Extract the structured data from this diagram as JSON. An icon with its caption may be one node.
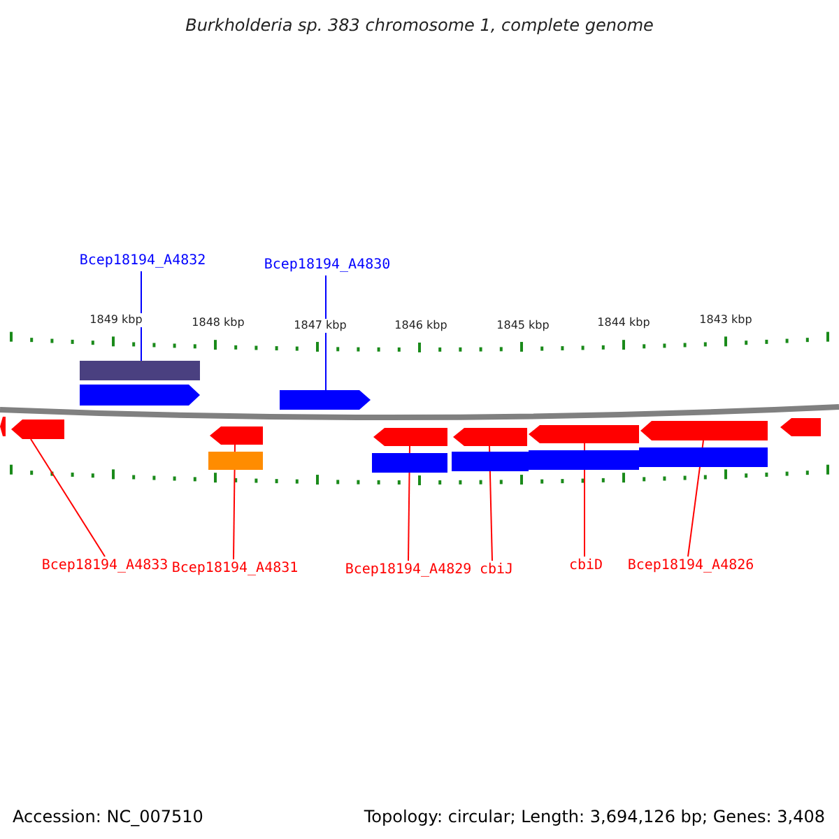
{
  "diagram": {
    "title": "Burkholderia sp. 383 chromosome 1, complete genome",
    "nodes": [
      {
        "text": [
          "Bcep18194_A4832"
        ]
      },
      {
        "text": [
          "Bcep18194_A4830"
        ]
      },
      {
        "text": [],
        "shape": "bar"
      },
      {
        "text": [],
        "shape": "arrow"
      },
      {
        "text": [],
        "shape": "arrow"
      },
      {
        "text": [],
        "shape": "arrow"
      },
      {
        "text": [],
        "shape": "arrow"
      },
      {
        "text": [],
        "shape": "arrow"
      },
      {
        "text": [],
        "shape": "bar"
      },
      {
        "text": [],
        "shape": "arrow"
      },
      {
        "text": [],
        "shape": "arrow"
      },
      {
        "text": [],
        "shape": "arrow"
      },
      {
        "text": [],
        "shape": "arrow"
      },
      {
        "text": [],
        "shape": "arrow"
      },
      {
        "text": [],
        "shape": "bar"
      },
      {
        "text": [],
        "shape": "bar"
      },
      {
        "text": [],
        "shape": "bar"
      },
      {
        "text": [],
        "shape": "bar"
      },
      {
        "text": [
          "Bcep18194_A4833"
        ]
      },
      {
        "text": [
          "Bcep18194_A4831"
        ]
      },
      {
        "text": [
          "Bcep18194_A4829"
        ]
      },
      {
        "text": [
          "cbiJ"
        ]
      },
      {
        "text": [
          "cbiD"
        ]
      },
      {
        "text": [
          "Bcep18194_A4826"
        ]
      }
    ],
    "edges": [
      {
        "from": 0,
        "to": 2,
        "arrow": "none",
        "color": "#0000ff"
      },
      {
        "from": 1,
        "to": 4,
        "arrow": "none",
        "color": "#0000ff"
      },
      {
        "from": 18,
        "to": 6,
        "arrow": "none"
      },
      {
        "from": 19,
        "to": 7,
        "arrow": "none"
      },
      {
        "from": 20,
        "to": 9,
        "arrow": "none"
      },
      {
        "from": 21,
        "to": 10,
        "arrow": "none"
      },
      {
        "from": 22,
        "to": 11,
        "arrow": "none"
      },
      {
        "from": 23,
        "to": 12,
        "arrow": "none"
      }
    ],
    "labels": [
      "1849 kbp",
      "1848 kbp",
      "1847 kbp",
      "1846 kbp",
      "1845 kbp",
      "1844 kbp",
      "1843 kbp",
      "Accession: NC_007510",
      "Topology: circular; Length: 3,694,126 bp; Genes: 3,408"
    ]
  }
}
